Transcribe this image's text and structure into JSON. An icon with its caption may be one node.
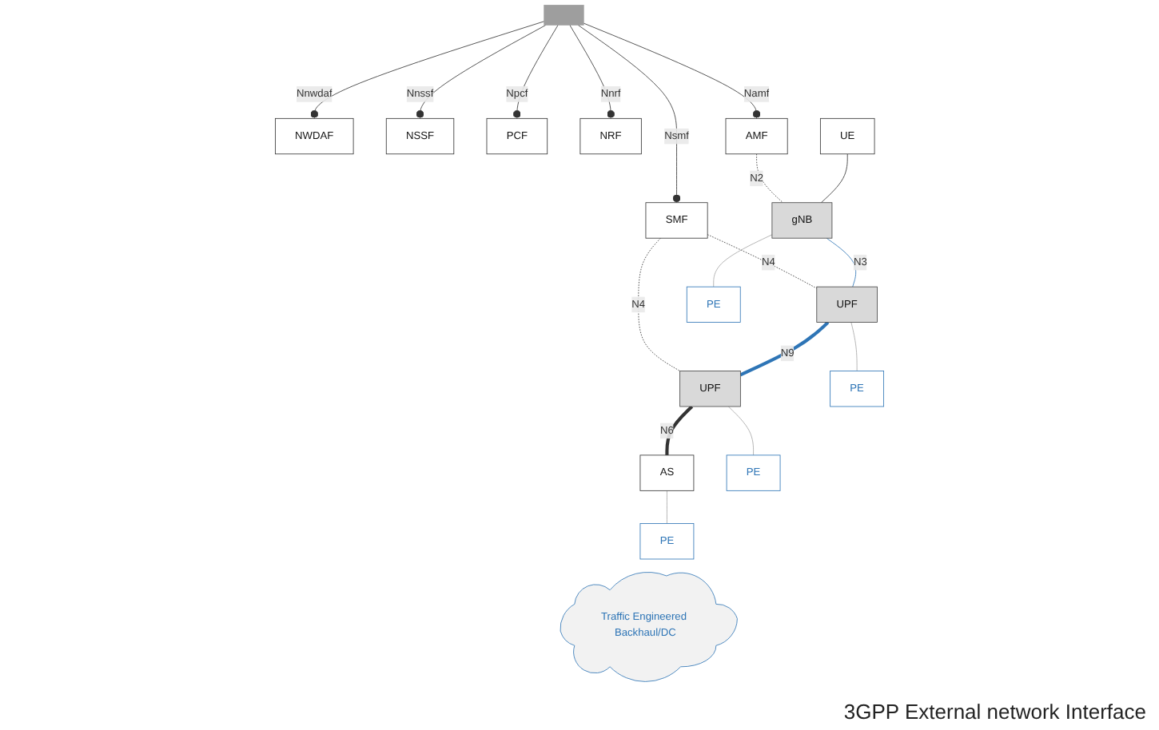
{
  "diagram": {
    "nodes": [
      {
        "text": [
          "NWDAF"
        ]
      },
      {
        "text": [
          "NSSF"
        ]
      },
      {
        "text": [
          "PCF"
        ]
      },
      {
        "text": [
          "NRF"
        ]
      },
      {
        "text": [],
        "shape": "bar"
      },
      {
        "text": [
          "AMF"
        ]
      },
      {
        "text": [
          "SMF"
        ]
      },
      {
        "text": [
          "UE"
        ]
      },
      {
        "text": [
          "gNB"
        ]
      },
      {
        "text": [
          "UPF"
        ]
      },
      {
        "text": [
          "UPF"
        ]
      },
      {
        "text": [
          "AS"
        ]
      },
      {
        "text": [
          "PE"
        ]
      },
      {
        "text": [
          "PE"
        ]
      },
      {
        "text": [
          "PE"
        ]
      },
      {
        "text": [
          "PE"
        ]
      },
      {
        "text": [
          "Traffic Engineered Backhaul/DC"
        ]
      }
    ],
    "edges": [
      {
        "from": 4,
        "to": 0,
        "arrow": "other",
        "label": "Nnwdaf"
      },
      {
        "from": 4,
        "to": 1,
        "arrow": "other",
        "label": "Nnssf"
      },
      {
        "from": 4,
        "to": 2,
        "arrow": "other",
        "label": "Npcf"
      },
      {
        "from": 4,
        "to": 3,
        "arrow": "other",
        "label": "Nnrf"
      },
      {
        "from": 4,
        "to": 5,
        "arrow": "other",
        "label": "Namf"
      },
      {
        "from": 4,
        "to": 6,
        "arrow": "other",
        "label": "Nsmf"
      },
      {
        "from": 5,
        "to": 8,
        "arrow": "none",
        "label": "N2",
        "style": "dashed"
      },
      {
        "from": 6,
        "to": 9,
        "arrow": "none",
        "label": "N4",
        "style": "dashed"
      },
      {
        "from": 6,
        "to": 10,
        "arrow": "none",
        "label": "N4",
        "style": "dashed"
      },
      {
        "from": 7,
        "to": 8,
        "arrow": "none"
      },
      {
        "from": 8,
        "to": 9,
        "arrow": "none",
        "label": "N3",
        "color": "#2e75b6"
      },
      {
        "from": 9,
        "to": 10,
        "arrow": "none",
        "label": "N9",
        "style": "thick",
        "color": "#2e75b6"
      },
      {
        "from": 10,
        "to": 11,
        "arrow": "none",
        "label": "N6",
        "style": "thick"
      },
      {
        "from": 8,
        "to": 12,
        "arrow": "none",
        "color": "#a6a6a6"
      },
      {
        "from": 9,
        "to": 13,
        "arrow": "none",
        "color": "#a6a6a6"
      },
      {
        "from": 10,
        "to": 14,
        "arrow": "none",
        "color": "#a6a6a6"
      },
      {
        "from": 11,
        "to": 15,
        "arrow": "none",
        "color": "#a6a6a6"
      }
    ],
    "labels": [
      "3GPP External network Interface"
    ]
  }
}
